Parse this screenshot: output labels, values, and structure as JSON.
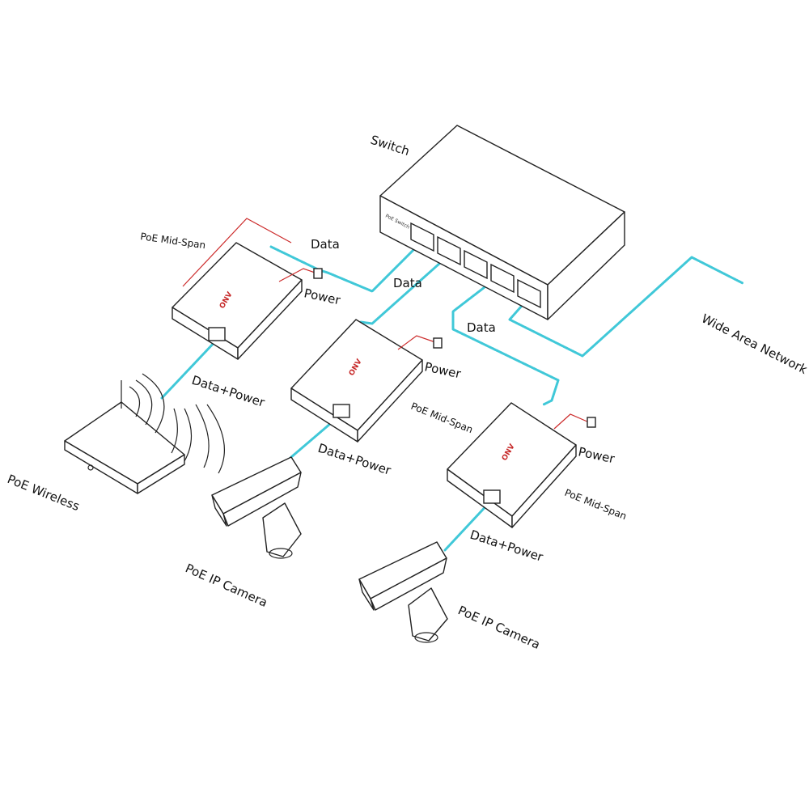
{
  "labels": {
    "switch": "Switch",
    "switch_brand": "PoE Switch",
    "data_1": "Data",
    "data_2": "Data",
    "data_3": "Data",
    "power_1": "Power",
    "power_2": "Power",
    "power_3": "Power",
    "midspan_1": "PoE Mid-Span",
    "midspan_2": "PoE Mid-Span",
    "midspan_3": "PoE Mid-Span",
    "data_power_1": "Data+Power",
    "data_power_2": "Data+Power",
    "data_power_3": "Data+Power",
    "poe_wireless": "PoE Wireless",
    "ip_camera_1": "PoE IP Camera",
    "ip_camera_2": "PoE IP Camera",
    "wan": "Wide Area Network",
    "device_logo": "ONV"
  },
  "colors": {
    "cable": "#40c8d8",
    "power_cord": "#cc2a2a",
    "outline": "#222222",
    "accent_red": "#c62828"
  }
}
